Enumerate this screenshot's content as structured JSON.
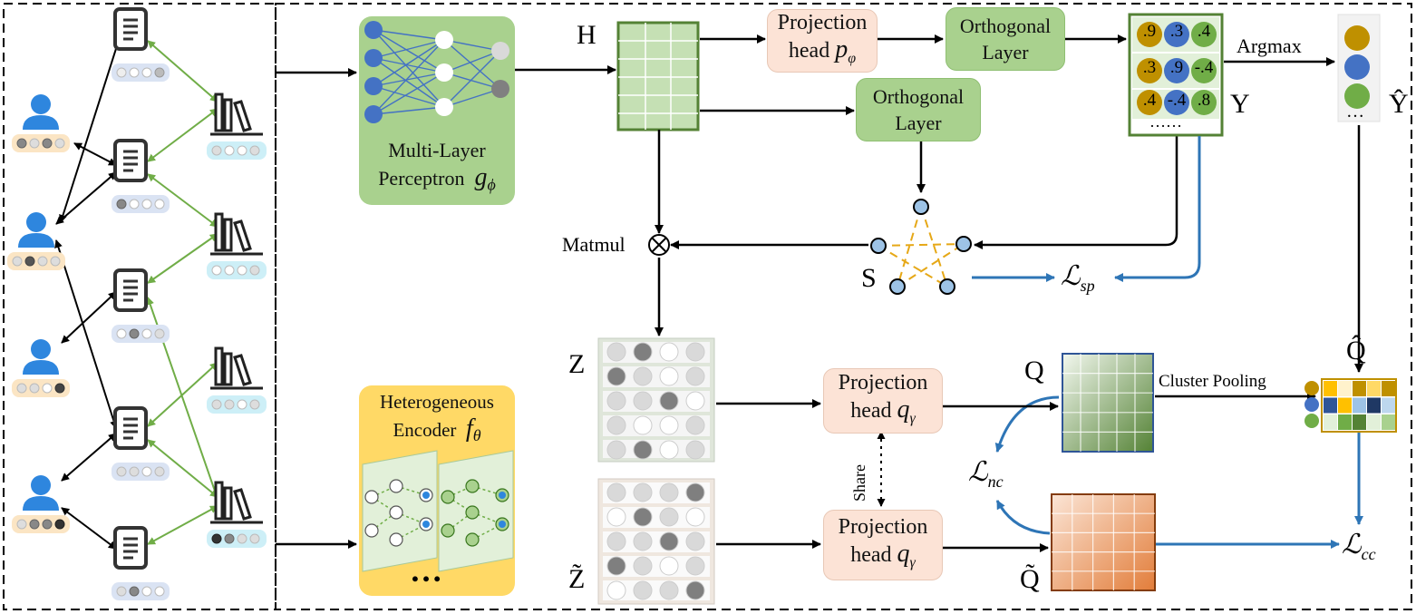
{
  "modules": {
    "mlp": {
      "line1": "Multi-Layer",
      "line2": "Perceptron",
      "symbol": "g",
      "sub": "ϕ"
    },
    "hetero": {
      "line1": "Heterogeneous",
      "line2": "Encoder",
      "symbol": "f",
      "sub": "θ",
      "ellipsis": "…"
    },
    "proj_p": {
      "line1": "Projection",
      "line2": "head",
      "symbol": "p",
      "sub": "φ"
    },
    "proj_q1": {
      "line1": "Projection",
      "line2": "head",
      "symbol": "q",
      "sub": "γ"
    },
    "proj_q2": {
      "line1": "Projection",
      "line2": "head",
      "symbol": "q",
      "sub": "γ"
    },
    "ortho1": {
      "line1": "Orthogonal",
      "line2": "Layer"
    },
    "ortho2": {
      "line1": "Orthogonal",
      "line2": "Layer"
    }
  },
  "labels": {
    "H": "H",
    "Y": "Y",
    "Yhat": "Ŷ",
    "S": "S",
    "Z": "Z",
    "Ztilde": "Z̃",
    "Q": "Q",
    "Qtilde": "Q̃",
    "Qhat": "Q̂",
    "argmax": "Argmax",
    "matmul": "Matmul",
    "cluster_pooling": "Cluster Pooling",
    "share": "Share"
  },
  "losses": {
    "sp": {
      "main": "ℒ",
      "sub": "sp"
    },
    "nc": {
      "main": "ℒ",
      "sub": "nc"
    },
    "cc": {
      "main": "ℒ",
      "sub": "cc"
    }
  },
  "y_matrix": {
    "rows": [
      [
        ".9",
        ".3",
        ".4"
      ],
      [
        ".3",
        ".9",
        "-.4"
      ],
      [
        ".4",
        "-.4",
        ".8"
      ]
    ],
    "dots": "……"
  },
  "yhat_dots": "…",
  "colors": {
    "gold": "#bf9000",
    "blue": "#4472c4",
    "green": "#70ad47",
    "arrow_blue": "#2e75b6",
    "graph_edge": "#70ad47",
    "mlp_bg": "#a9d18e",
    "hetero_bg": "#ffd966"
  }
}
